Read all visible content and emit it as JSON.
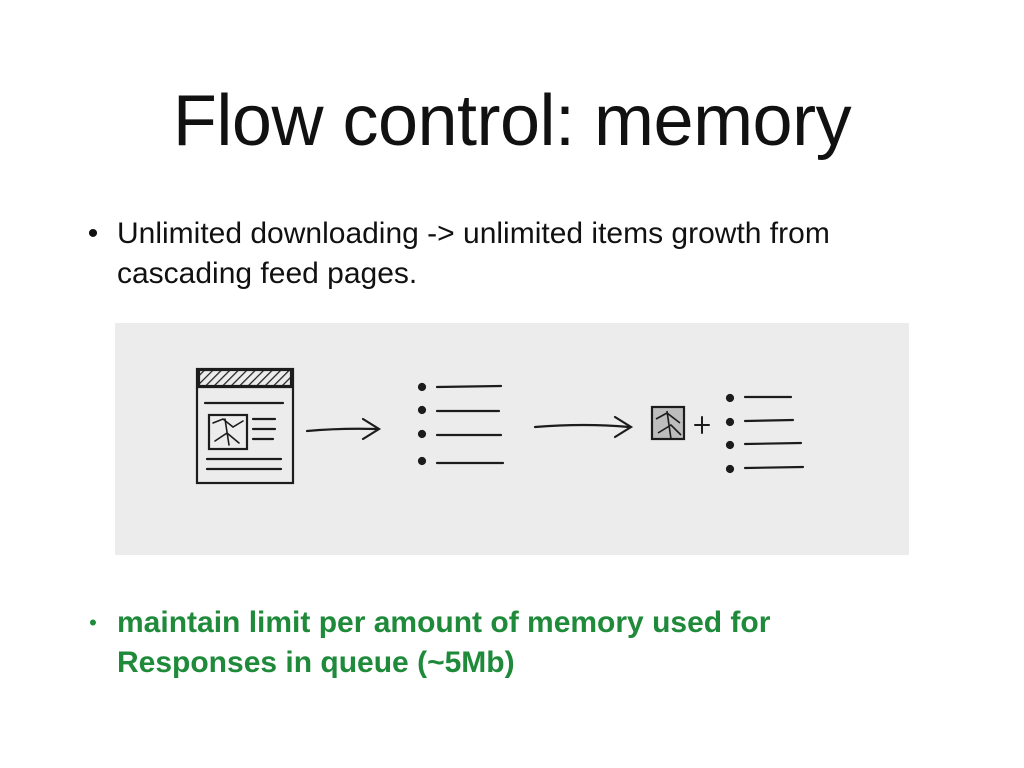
{
  "slide": {
    "title": "Flow control: memory",
    "bullets": [
      {
        "text": "Unlimited downloading -> unlimited items growth from cascading feed pages.",
        "color": "#111111"
      },
      {
        "text": "maintain limit per amount of memory used for Responses in queue (~5Mb)",
        "color": "#1e8a3a"
      }
    ],
    "bullet_symbol": "•"
  },
  "sketch": {
    "description_icons": [
      "webpage-sketch-icon",
      "arrow-icon",
      "bullet-list-sketch-icon",
      "arrow-icon",
      "image-thumbnail-sketch-icon",
      "plus-icon",
      "bullet-list-sketch-icon"
    ],
    "plus_sign": "+"
  }
}
